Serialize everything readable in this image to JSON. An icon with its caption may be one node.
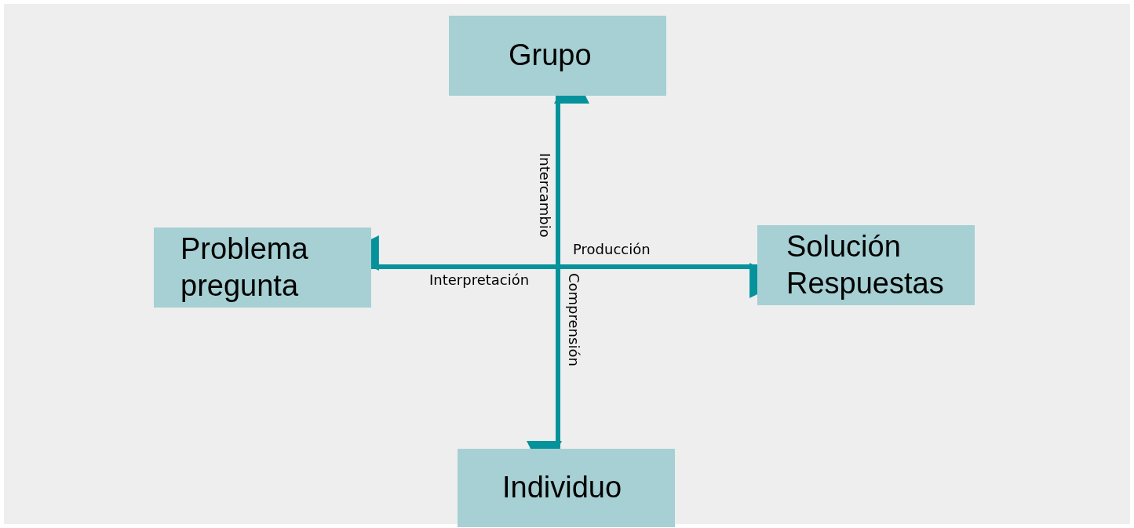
{
  "diagram": {
    "nodes": [
      {
        "text": [
          "Grupo"
        ]
      },
      {
        "text": [
          "Problema pregunta"
        ]
      },
      {
        "text": [
          "Solución Respuestas"
        ]
      },
      {
        "text": [
          "Individuo"
        ]
      }
    ],
    "edges": [
      {
        "from": null,
        "to": 0,
        "arrow": "to",
        "label": "Intercambio"
      },
      {
        "from": null,
        "to": 2,
        "arrow": "to",
        "label": "Producción"
      },
      {
        "from": null,
        "to": 1,
        "arrow": "to",
        "label": "Interpretación"
      },
      {
        "from": null,
        "to": 3,
        "arrow": "to",
        "label": "Comprensión"
      }
    ]
  }
}
